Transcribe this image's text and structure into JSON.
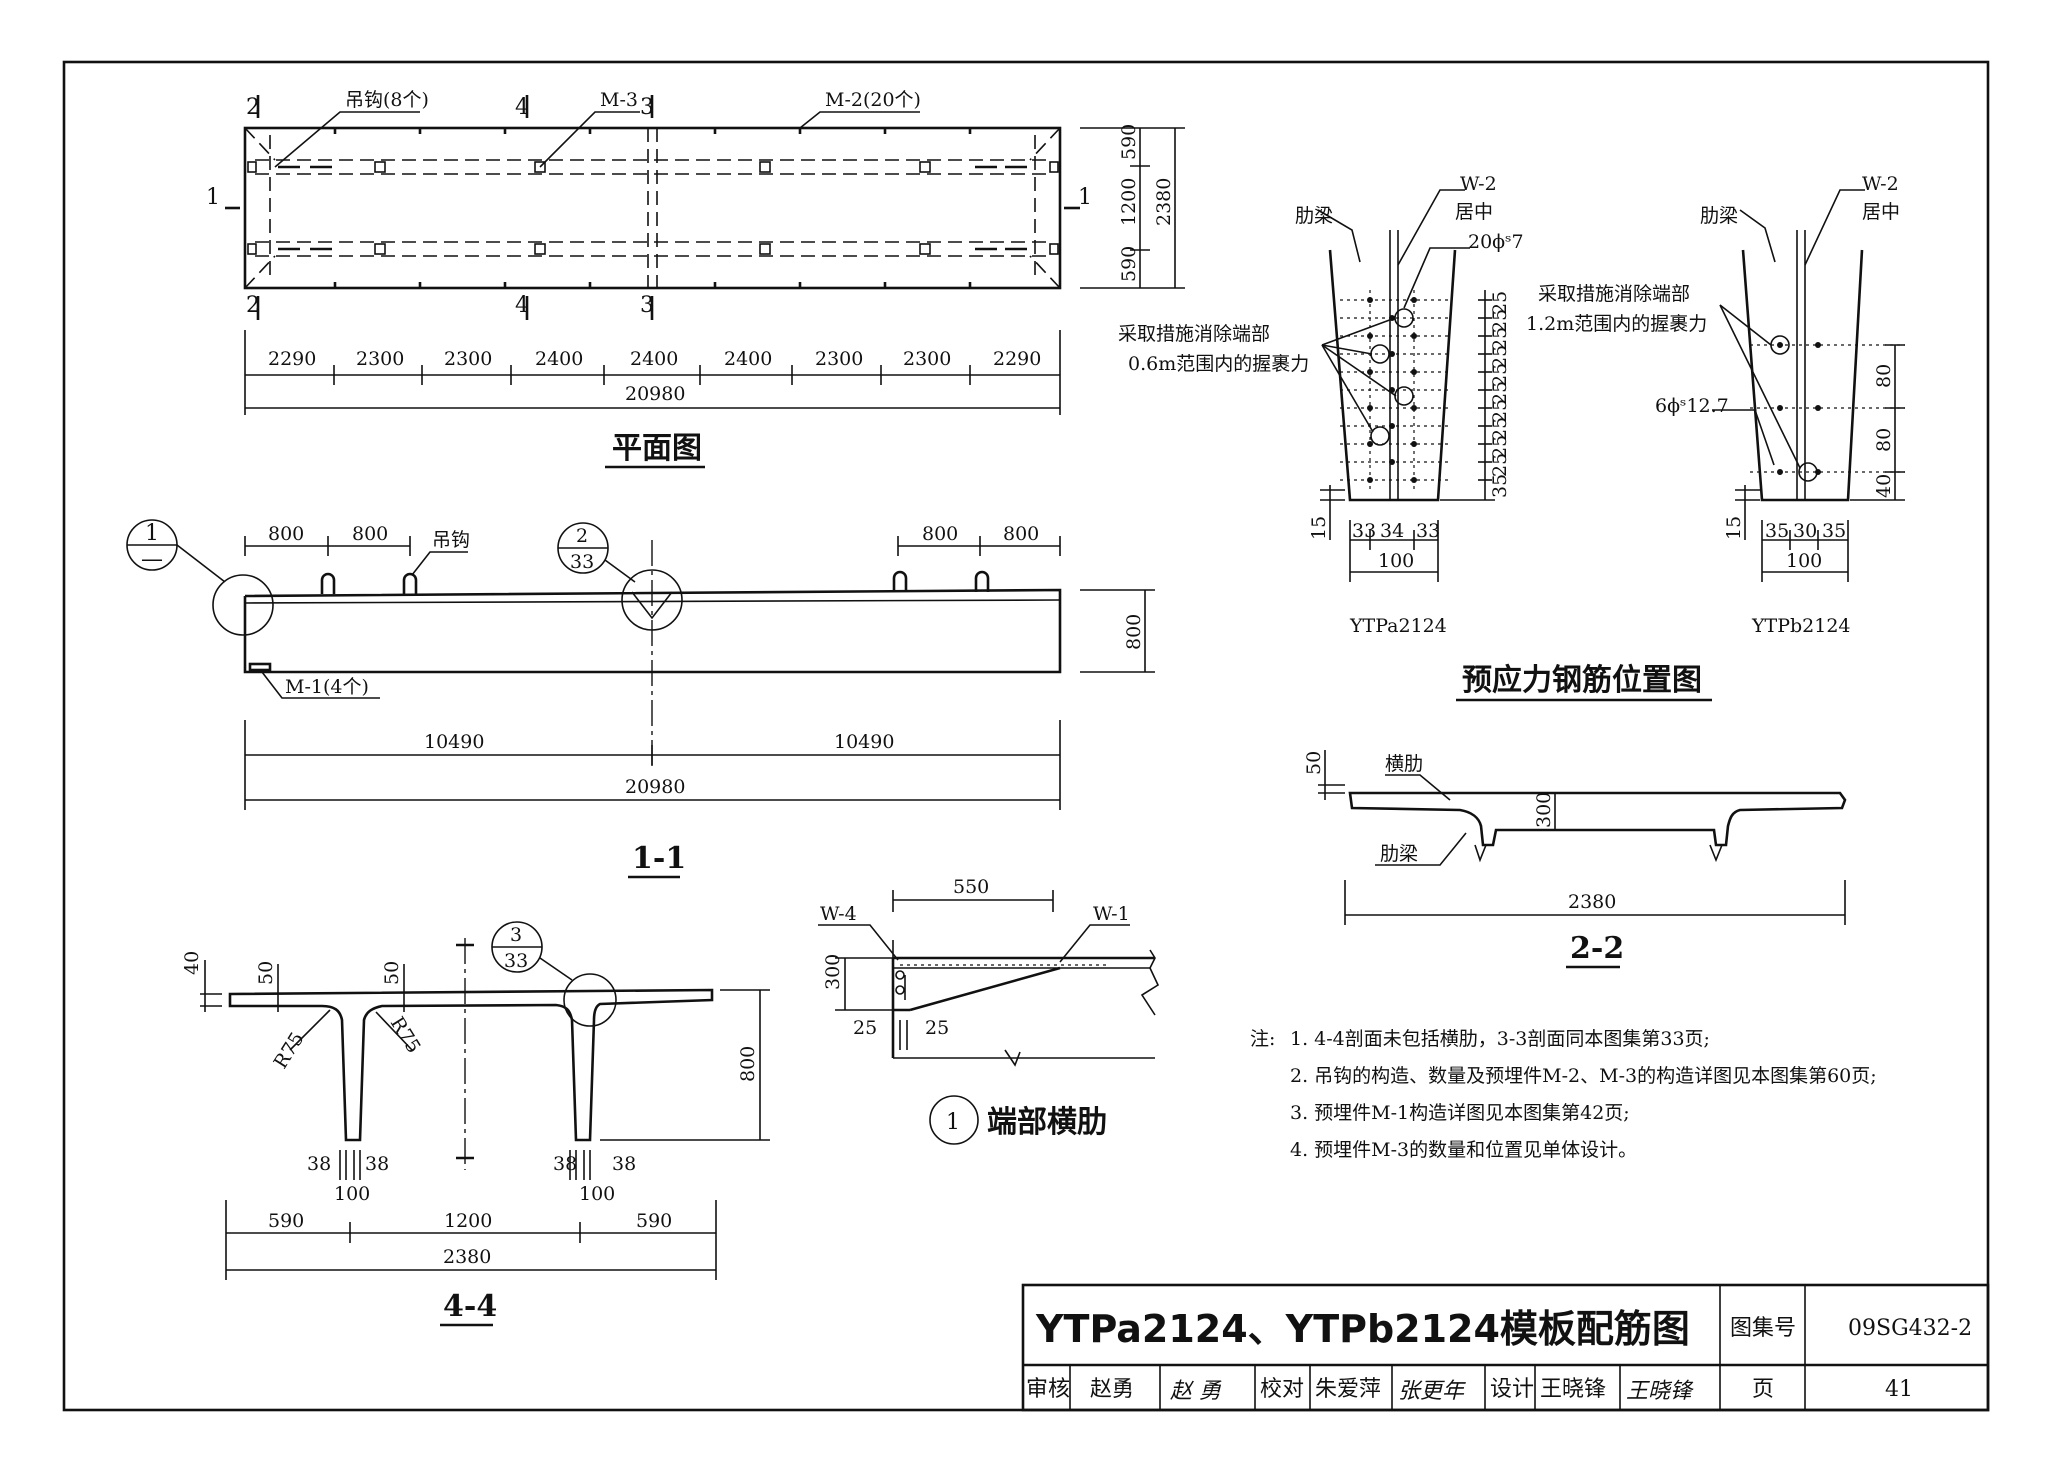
{
  "plan": {
    "title": "平面图",
    "label_hook": "吊钩(8个)",
    "label_m3": "M-3",
    "label_m2": "M-2(20个)",
    "sec2": "2",
    "sec4": "4",
    "sec3": "3",
    "sec1": "1",
    "dims_bottom": [
      "2290",
      "2300",
      "2300",
      "2400",
      "2400",
      "2400",
      "2300",
      "2300",
      "2290"
    ],
    "total": "20980",
    "dims_right": [
      "590",
      "1200",
      "590"
    ],
    "right_total": "2380"
  },
  "section11": {
    "title": "1-1",
    "callout1_top": "1",
    "callout1_bot": "—",
    "callout2_top": "2",
    "callout2_bot": "33",
    "dim_800": "800",
    "label_hook": "吊钩",
    "label_m1": "M-1(4个)",
    "height": "800",
    "half": "10490",
    "total": "20980"
  },
  "section44": {
    "title": "4-4",
    "callout_top": "3",
    "callout_bot": "33",
    "d40": "40",
    "d50": "50",
    "r75": "R75",
    "height": "800",
    "d38": "38",
    "d100": "100",
    "bottom": [
      "590",
      "1200",
      "590"
    ],
    "total": "2380"
  },
  "endrib": {
    "title": "端部横肋",
    "num": "1",
    "w4": "W-4",
    "w1": "W-1",
    "d550": "550",
    "d300": "300",
    "d25": "25"
  },
  "prestress": {
    "title": "预应力钢筋位置图",
    "rib": "肋梁",
    "w2": "W-2",
    "center": "居中",
    "a": {
      "bars": "20ϕˢ7",
      "note1": "采取措施消除端部",
      "note2": "0.6m范围内的握裹力",
      "right_dims": [
        "25",
        "25",
        "25",
        "25",
        "25",
        "25",
        "25",
        "25",
        "25",
        "25",
        "35"
      ],
      "d15": "15",
      "bottom": [
        "33",
        "34",
        "33"
      ],
      "width": "100",
      "name": "YTPa2124"
    },
    "b": {
      "bars": "6ϕˢ12.7",
      "note1": "采取措施消除端部",
      "note2": "1.2m范围内的握裹力",
      "right_dims": [
        "80",
        "80",
        "40"
      ],
      "d15": "15",
      "bottom": [
        "35",
        "30",
        "35"
      ],
      "width": "100",
      "name": "YTPb2124"
    }
  },
  "section22": {
    "title": "2-2",
    "cross_rib": "横肋",
    "rib": "肋梁",
    "d50": "50",
    "d300": "300",
    "total": "2380"
  },
  "notes": {
    "prefix": "注:",
    "items": [
      "1. 4-4剖面未包括横肋，3-3剖面同本图集第33页;",
      "2. 吊钩的构造、数量及预埋件M-2、M-3的构造详图见本图集第60页;",
      "3. 预埋件M-1构造详图见本图集第42页;",
      "4. 预埋件M-3的数量和位置见单体设计。"
    ]
  },
  "titleblock": {
    "title": "YTPa2124、YTPb2124模板配筋图",
    "atlas_label": "图集号",
    "atlas_no": "09SG432-2",
    "review": "审核",
    "reviewer": "赵勇",
    "reviewer_sig": "赵 勇",
    "check": "校对",
    "checker": "朱爱萍",
    "checker_sig": "张更年",
    "design": "设计",
    "designer": "王晓锋",
    "designer_sig": "王晓锋",
    "page_label": "页",
    "page_no": "41"
  }
}
